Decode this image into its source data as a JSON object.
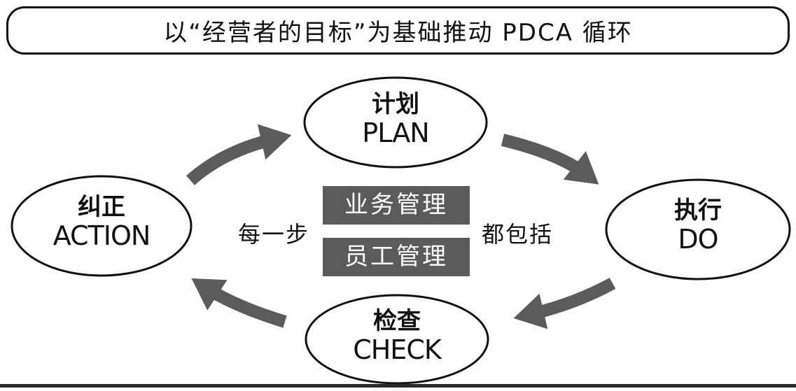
{
  "title": "以“经营者的目标”为基础推动 PDCA 循环",
  "nodes": {
    "plan": {
      "cn": "计划",
      "en": "PLAN"
    },
    "do": {
      "cn": "执行",
      "en": "DO"
    },
    "check": {
      "cn": "检查",
      "en": "CHECK"
    },
    "action": {
      "cn": "纠正",
      "en": "ACTION"
    }
  },
  "center": {
    "left_text": "每一步",
    "right_text": "都包括",
    "band_top": "业务管理",
    "band_bottom": "员工管理"
  },
  "colors": {
    "arrow": "#5b5b5b",
    "band": "#5b5b5b",
    "outline": "#111111"
  }
}
